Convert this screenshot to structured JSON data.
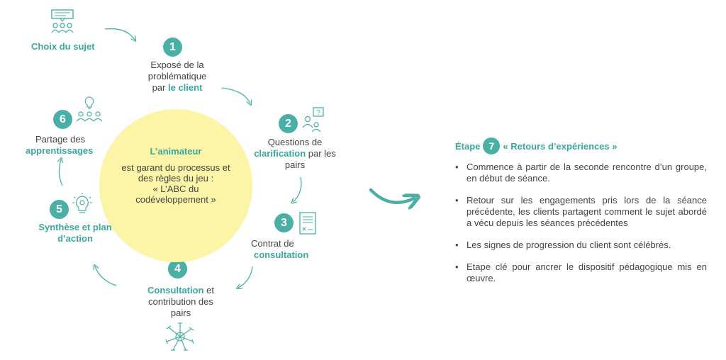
{
  "colors": {
    "accent": "#3aa89c",
    "badge": "#4ab0a5",
    "circle": "#fcf5a8",
    "text": "#444444"
  },
  "start": {
    "label": "Choix du sujet",
    "icon": "speech-bubble-group-icon"
  },
  "steps": [
    {
      "number": "1",
      "line1": "Exposé de la",
      "line2": "problématique",
      "pre": "par ",
      "strong": "le client"
    },
    {
      "number": "2",
      "line1": "Questions de",
      "strong": "clarification",
      "post": " par les",
      "line3": "pairs",
      "icon": "question-people-icon"
    },
    {
      "number": "3",
      "line1": "Contrat de",
      "strong": "consultation",
      "icon": "contract-document-icon"
    },
    {
      "number": "4",
      "strong": "Consultation",
      "post": " et",
      "line2": "contribution des",
      "line3": "pairs",
      "icon": "joined-hands-icon"
    },
    {
      "number": "5",
      "strong1": "Synthèse et plan",
      "strong2": "d’action",
      "icon": "lightbulb-gear-icon"
    },
    {
      "number": "6",
      "line1": "Partage des",
      "strong": "apprentissages",
      "icon": "lightbulb-group-icon"
    }
  ],
  "center": {
    "title": "L’animateur",
    "lines": [
      "est garant du processus et",
      "des règles du jeu :",
      "« L’ABC du",
      "codéveloppement »"
    ]
  },
  "right": {
    "prefix": "Étape",
    "number": "7",
    "title": "« Retours d’expériences »",
    "bullets": [
      "Commence à partir de la seconde rencontre d’un groupe, en début de séance.",
      "Retour sur les engagements pris lors de la séance précédente, les clients partagent comment le sujet abordé a vécu depuis les séances précédentes",
      "Les signes de progression du client sont célébrés.",
      "Etape clé pour ancrer le dispositif pédagogique mis en œuvre."
    ]
  }
}
